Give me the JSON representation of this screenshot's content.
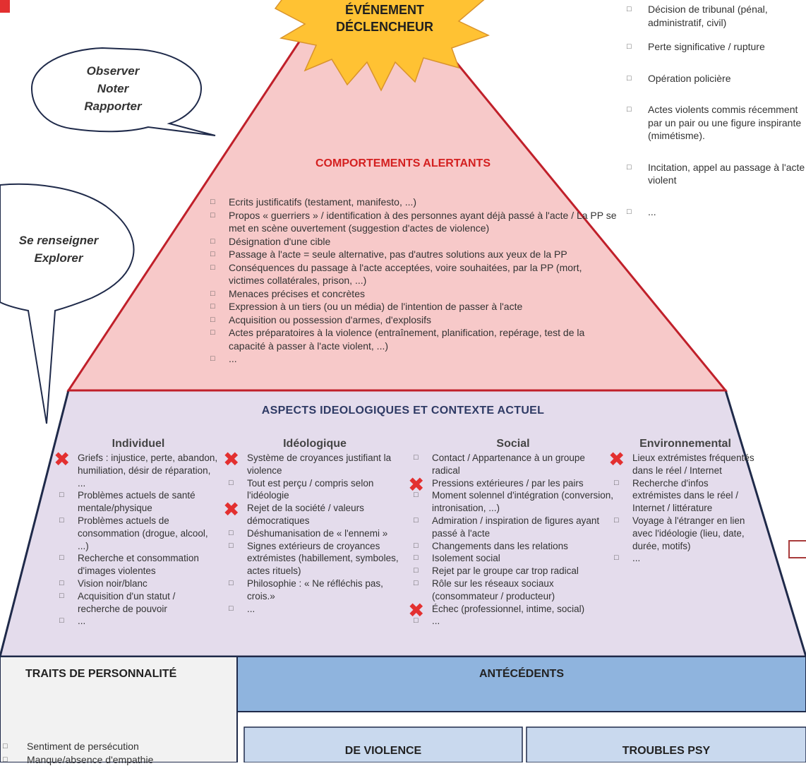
{
  "trigger": {
    "line1": "ÉVÉNEMENT",
    "line2": "DÉCLENCHEUR"
  },
  "bubble_top": [
    "Observer",
    "Noter",
    "Rapporter"
  ],
  "bubble_side": [
    "Se renseigner",
    "Explorer"
  ],
  "trigger_events": [
    "Décision de tribunal (pénal, administratif, civil)",
    "Perte significative / rupture",
    "Opération policière",
    "Actes violents commis récemment par un pair ou une figure inspirante (mimétisme).",
    "Incitation, appel au passage à l'acte violent",
    "..."
  ],
  "alert": {
    "title": "COMPORTEMENTS ALERTANTS",
    "items": [
      "Ecrits justificatifs (testament, manifesto, ...)",
      "Propos « guerriers » / identification à des personnes ayant déjà passé à l'acte / La PP se met en scène ouvertement (suggestion d'actes de violence)",
      "Désignation d'une cible",
      "Passage à l'acte = seule alternative, pas d'autres solutions aux yeux de la PP",
      "Conséquences du passage à l'acte acceptées, voire souhaitées, par la PP (mort, victimes collatérales, prison, ...)",
      "Menaces précises et concrètes",
      "Expression à un tiers (ou un média) de l'intention de passer à l'acte",
      "Acquisition ou possession d'armes, d'explosifs",
      "Actes préparatoires à la violence (entraînement, planification, repérage, test de la capacité à passer à l'acte violent, ...)",
      "..."
    ]
  },
  "ideo": {
    "title": "ASPECTS IDEOLOGIQUES ET CONTEXTE ACTUEL",
    "columns": [
      {
        "heading": "Individuel",
        "items": [
          "Griefs : injustice, perte, abandon, humiliation, désir de réparation, ...",
          "Problèmes actuels de santé mentale/physique",
          "Problèmes actuels de consommation (drogue, alcool, ...)",
          "Recherche et consommation d'images violentes",
          "Vision noir/blanc",
          "Acquisition d'un statut / recherche de pouvoir",
          "..."
        ]
      },
      {
        "heading": "Idéologique",
        "items": [
          "Système de croyances justifiant la violence",
          "Tout est perçu / compris selon l'idéologie",
          "Rejet de la société / valeurs démocratiques",
          "Déshumanisation de « l'ennemi »",
          "Signes extérieurs de croyances extrémistes (habillement, symboles, actes rituels)",
          "Philosophie : « Ne réfléchis pas, crois.»",
          "..."
        ]
      },
      {
        "heading": "Social",
        "items": [
          "Contact / Appartenance à un groupe radical",
          "Pressions extérieures / par les pairs",
          "Moment solennel d'intégration (conversion, intronisation, ...)",
          "Admiration / inspiration de figures ayant passé à l'acte",
          "Changements dans les relations",
          "Isolement social",
          "Rejet par le groupe car trop radical",
          "Rôle sur les réseaux sociaux (consommateur / producteur)",
          "Échec (professionnel, intime, social)",
          "..."
        ]
      },
      {
        "heading": "Environnemental",
        "items": [
          "Lieux extrémistes fréquentés dans le réel  / Internet",
          "Recherche d'infos extrémistes dans le réel / Internet / littérature",
          "Voyage à l'étranger en lien avec l'idéologie (lieu, date, durée, motifs)",
          "..."
        ]
      }
    ]
  },
  "traits": {
    "title": "TRAITS DE PERSONNALITÉ",
    "items": [
      "Sentiment de persécution",
      "Manque/absence d'empathie"
    ]
  },
  "antecedents": {
    "title": "ANTÉCÉDENTS",
    "violence": "DE VIOLENCE",
    "psy": "TROUBLES PSY"
  },
  "colors": {
    "alert_fill": "#f7c9c9",
    "alert_title": "#d42020",
    "ideo_fill": "#e4dcec",
    "ideo_title": "#2e3a64",
    "antecedents_fill": "#8fb4de",
    "antecedents_sub_fill": "#c9d9ee",
    "traits_fill": "#f2f2f2",
    "star_fill": "#ffc233",
    "mark_red": "#e33030"
  }
}
